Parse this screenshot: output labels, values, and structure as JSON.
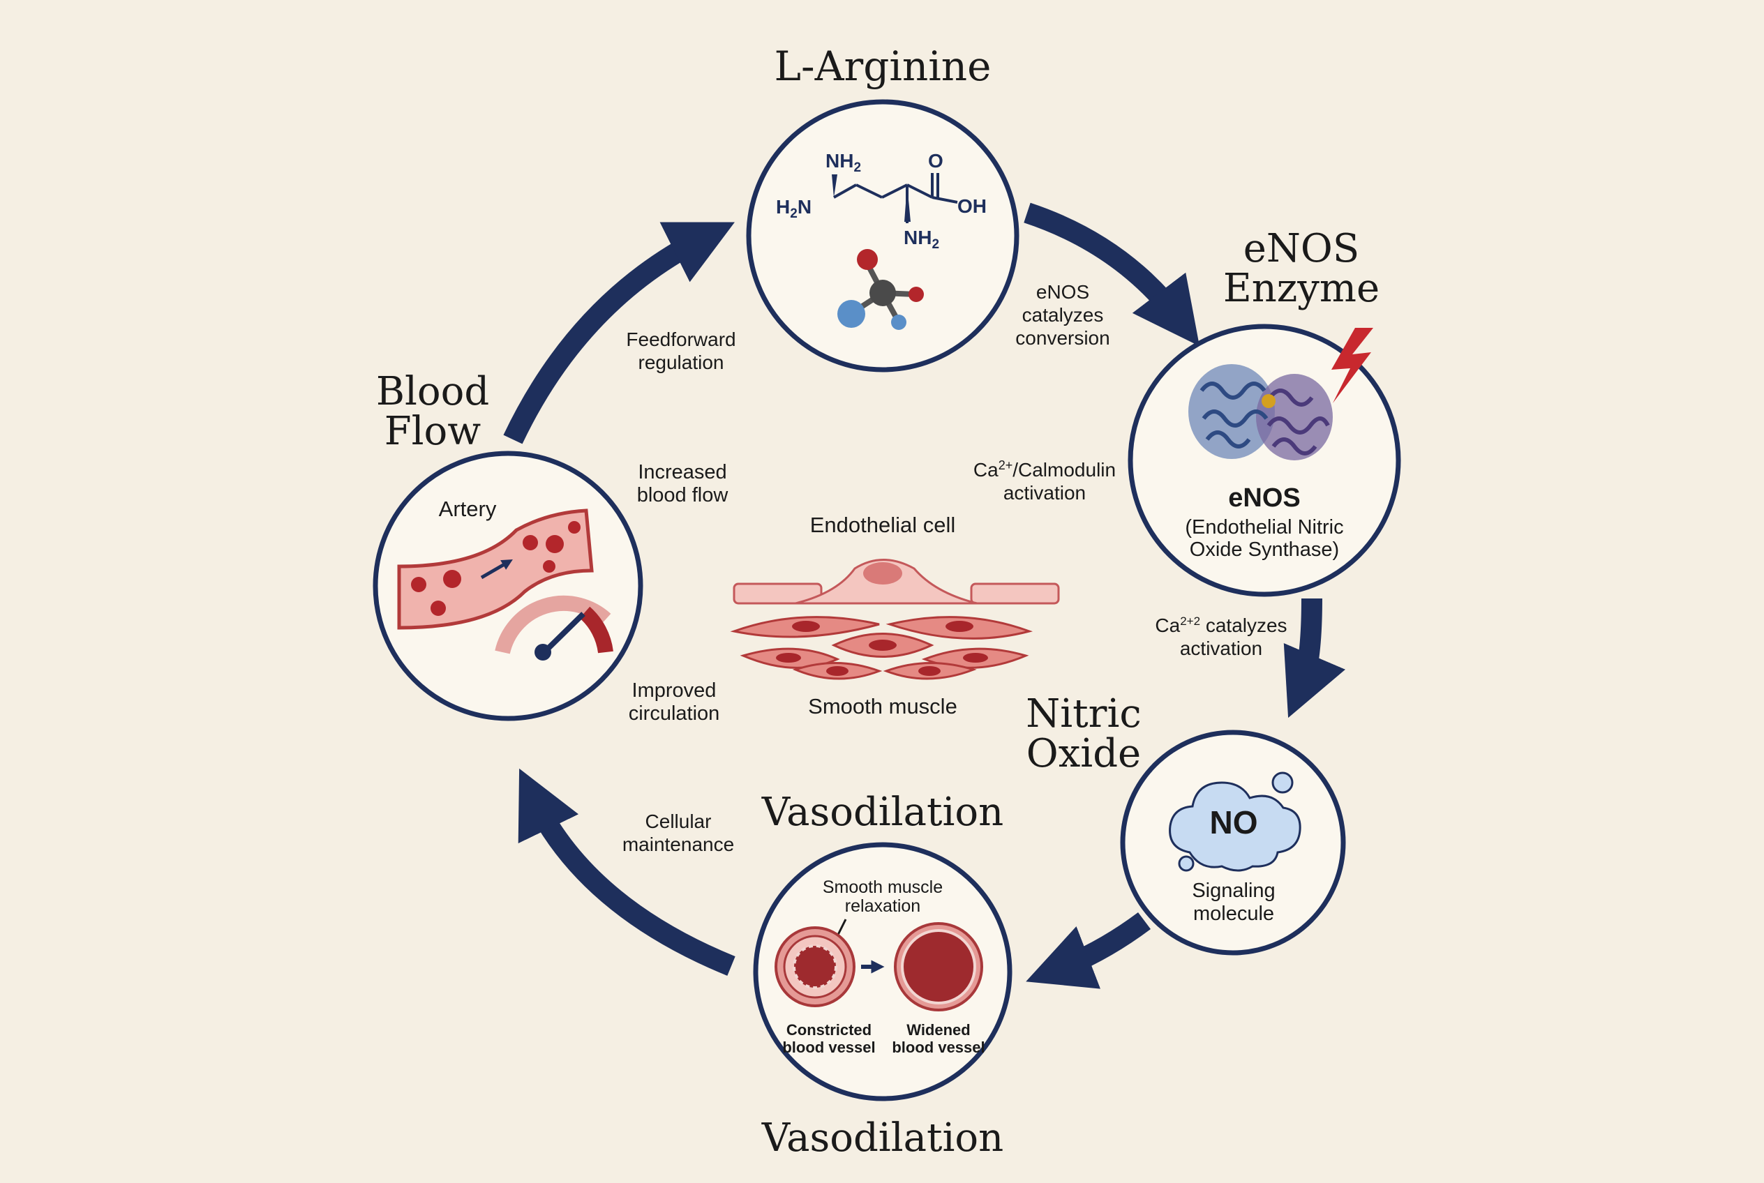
{
  "titles": {
    "l_arginine": "L-Arginine",
    "enos_line1": "eNOS",
    "enos_line2": "Enzyme",
    "nitric_line1": "Nitric",
    "nitric_line2": "Oxide",
    "vaso_top": "Vasodilation",
    "vaso_bottom": "Vasodilation",
    "blood_line1": "Blood",
    "blood_line2": "Flow"
  },
  "molecule": {
    "nh2_top": "NH",
    "sub2": "2",
    "h2n_left_main": "N",
    "h2n_left_h": "H",
    "o": "O",
    "oh": "OH",
    "nh2_bottom": "NH"
  },
  "edge_labels": {
    "catalyzes_1": "eNOS",
    "catalyzes_2": "catalyzes",
    "catalyzes_3": "conversion",
    "feedforward_1": "Feedforward",
    "feedforward_2": "regulation",
    "increased_1": "Increased",
    "increased_2": "blood flow",
    "calmodulin_1": "Ca",
    "calmodulin_sup": "2+",
    "calmodulin_rest": "/Calmodulin",
    "calmodulin_2": "activation",
    "ca_cat_1": "Ca",
    "ca_cat_sup": "2+2",
    "ca_cat_rest": " catalyzes",
    "ca_cat_2": "activation",
    "improved_1": "Improved",
    "improved_2": "circulation",
    "cellular_1": "Cellular",
    "cellular_2": "maintenance"
  },
  "enos_node": {
    "label": "eNOS",
    "desc_1": "(Endothelial Nitric",
    "desc_2": "Oxide Synthase)"
  },
  "no_node": {
    "label": "NO",
    "desc_1": "Signaling",
    "desc_2": "molecule"
  },
  "vaso_node": {
    "relax_1": "Smooth muscle",
    "relax_2": "relaxation",
    "constricted_1": "Constricted",
    "constricted_2": "blood vessel",
    "widened_1": "Widened",
    "widened_2": "blood vessel"
  },
  "blood_node": {
    "artery": "Artery"
  },
  "center": {
    "endothelial": "Endothelial cell",
    "smooth_muscle": "Smooth muscle"
  },
  "colors": {
    "navy": "#1e2f5c",
    "red": "#b83a3a",
    "background": "#f5efe3"
  }
}
